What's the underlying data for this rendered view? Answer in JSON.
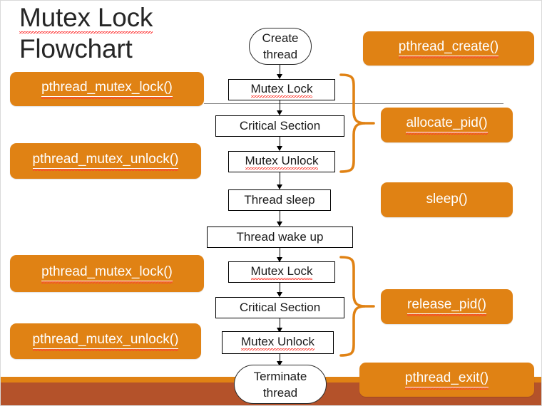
{
  "slide": {
    "title_line1": "Mutex Lock",
    "title_line2": "Flowchart",
    "background": "#ffffff",
    "accent_orange": "#E08214",
    "accent_brown": "#B4522A",
    "box_border": "#000000",
    "rule_color": "#808080"
  },
  "flow": {
    "nodes": [
      {
        "id": "create-thread",
        "label": "Create thread",
        "shape": "stadium"
      },
      {
        "id": "mutex-lock-1",
        "label": "Mutex Lock",
        "shape": "rectangle",
        "misspelled": "Mutex"
      },
      {
        "id": "critical-section-1",
        "label": "Critical Section",
        "shape": "rectangle"
      },
      {
        "id": "mutex-unlock-1",
        "label": "Mutex Unlock",
        "shape": "rectangle",
        "misspelled": "Mutex Unlock"
      },
      {
        "id": "thread-sleep",
        "label": "Thread sleep",
        "shape": "rectangle"
      },
      {
        "id": "thread-wake-up",
        "label": "Thread wake up",
        "shape": "rectangle"
      },
      {
        "id": "mutex-lock-2",
        "label": "Mutex Lock",
        "shape": "rectangle",
        "misspelled": "Mutex"
      },
      {
        "id": "critical-section-2",
        "label": "Critical Section",
        "shape": "rectangle"
      },
      {
        "id": "mutex-unlock-2",
        "label": "Mutex Unlock",
        "shape": "rectangle",
        "misspelled": "Mutex Unlock"
      },
      {
        "id": "terminate-thread",
        "label": "Terminate thread",
        "shape": "stadium"
      }
    ],
    "create_thread_line1": "Create",
    "create_thread_line2": "thread",
    "terminate_thread_line1": "Terminate",
    "terminate_thread_line2": "thread",
    "mutex_lock_1": "Mutex Lock",
    "critical_section_1": "Critical Section",
    "mutex_unlock_1": "Mutex Unlock",
    "thread_sleep": "Thread sleep",
    "thread_wake_up": "Thread wake up",
    "mutex_lock_2": "Mutex Lock",
    "critical_section_2": "Critical Section",
    "mutex_unlock_2": "Mutex Unlock"
  },
  "callouts": {
    "left": [
      {
        "id": "pthread-mutex-lock-1",
        "label": "pthread_mutex_lock()"
      },
      {
        "id": "pthread-mutex-unlock-1",
        "label": "pthread_mutex_unlock()"
      },
      {
        "id": "pthread-mutex-lock-2",
        "label": "pthread_mutex_lock()"
      },
      {
        "id": "pthread-mutex-unlock-2",
        "label": "pthread_mutex_unlock()"
      }
    ],
    "right": [
      {
        "id": "pthread-create",
        "label": "pthread_create()"
      },
      {
        "id": "allocate-pid",
        "label": "allocate_pid()"
      },
      {
        "id": "sleep",
        "label": "sleep()"
      },
      {
        "id": "release-pid",
        "label": "release_pid()"
      },
      {
        "id": "pthread-exit",
        "label": "pthread_exit()"
      }
    ],
    "pthread_mutex_lock_1": "pthread_mutex_lock()",
    "pthread_mutex_unlock_1": "pthread_mutex_unlock()",
    "pthread_mutex_lock_2": "pthread_mutex_lock()",
    "pthread_mutex_unlock_2": "pthread_mutex_unlock()",
    "pthread_create": "pthread_create()",
    "allocate_pid": "allocate_pid()",
    "sleep": "sleep()",
    "release_pid": "release_pid()",
    "pthread_exit": "pthread_exit()"
  },
  "braces": [
    {
      "id": "brace-allocate-pid",
      "groups": [
        "Mutex Lock",
        "Critical Section",
        "Mutex Unlock"
      ],
      "points_to": "allocate_pid()"
    },
    {
      "id": "brace-release-pid",
      "groups": [
        "Mutex Lock",
        "Critical Section",
        "Mutex Unlock"
      ],
      "points_to": "release_pid()"
    }
  ]
}
